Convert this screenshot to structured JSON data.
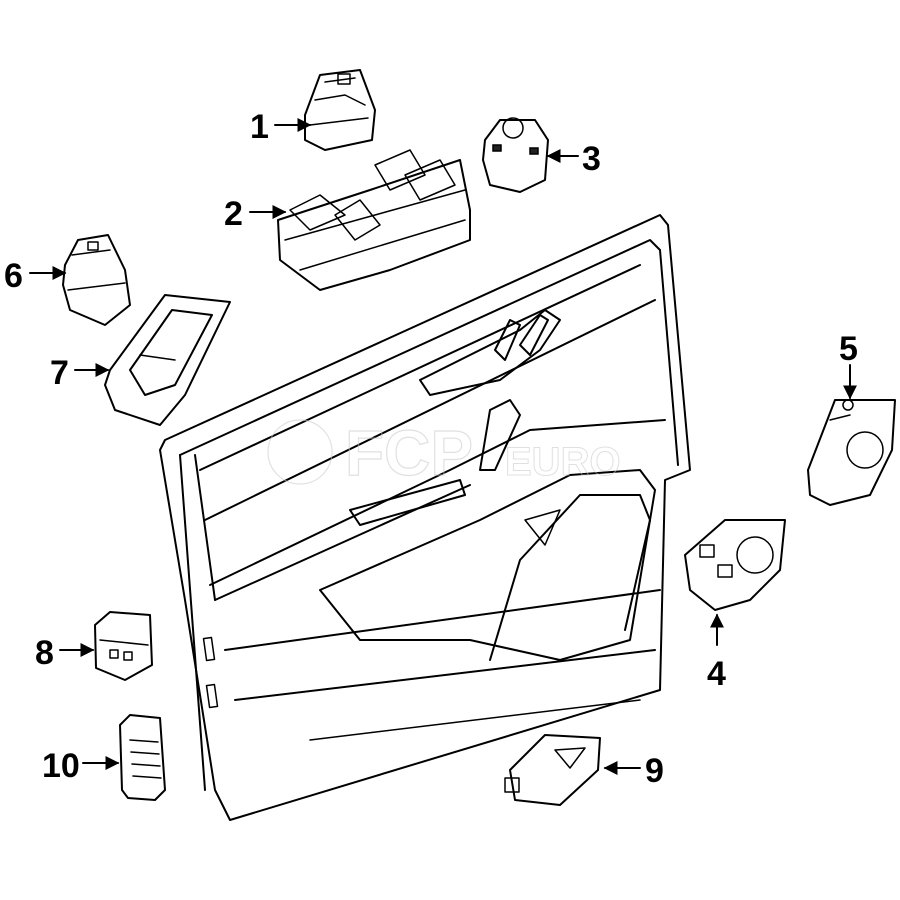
{
  "watermark": {
    "brand": "FCP",
    "suffix": "EURO"
  },
  "callouts": [
    {
      "id": "1",
      "label": "1"
    },
    {
      "id": "2",
      "label": "2"
    },
    {
      "id": "3",
      "label": "3"
    },
    {
      "id": "4",
      "label": "4"
    },
    {
      "id": "5",
      "label": "5"
    },
    {
      "id": "6",
      "label": "6"
    },
    {
      "id": "7",
      "label": "7"
    },
    {
      "id": "8",
      "label": "8"
    },
    {
      "id": "9",
      "label": "9"
    },
    {
      "id": "10",
      "label": "10"
    }
  ],
  "colors": {
    "line": "#000000",
    "watermark": "#c8c8c8",
    "background": "#ffffff"
  }
}
